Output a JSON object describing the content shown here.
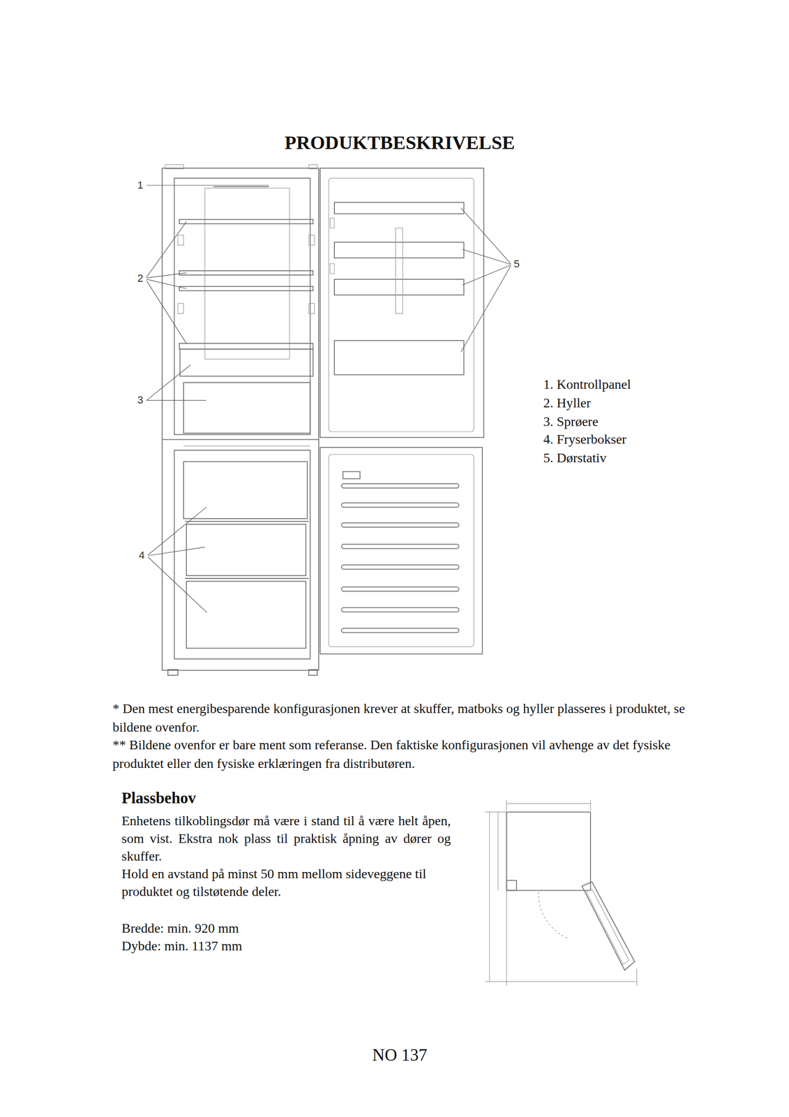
{
  "diagram": {
    "title": "PRODUKTBESKRIVELSE",
    "labels": [
      "1",
      "2",
      "3",
      "4",
      "5",
      "1. Kontrollpanel",
      "2. Hyller",
      "3. Sprøere",
      "4. Fryserbokser",
      "5. Dørstativ",
      "* Den mest energibesparende konfigurasjonen krever at skuffer, matboks og hyller plasseres i produktet, se bildene ovenfor.",
      "** Bildene ovenfor er bare ment som referanse. Den faktiske konfigurasjonen vil avhenge av det fysiske produktet eller den fysiske erklæringen fra distributøren.",
      "Plassbehov",
      "Enhetens tilkoblingsdør må være i stand til å være helt åpen, som vist. Ekstra nok plass til praktisk åpning av dører og skuffer.",
      "Hold en avstand på minst 50 mm mellom sideveggene til produktet og tilstøtende deler.",
      "Bredde: min. 920 mm",
      "Dybde: min. 1137 mm",
      "NO 137"
    ]
  }
}
